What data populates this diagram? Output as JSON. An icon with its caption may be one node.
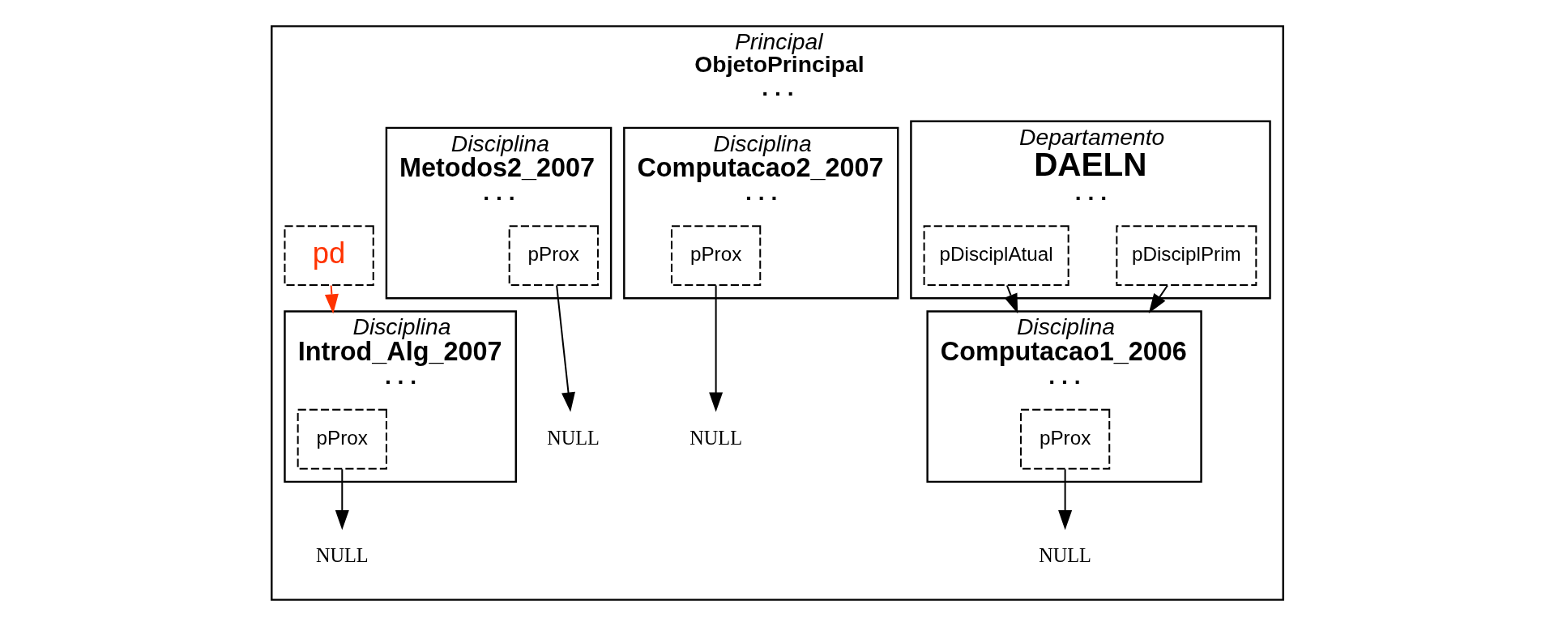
{
  "diagram": {
    "nodes": [
      {
        "text": [
          "Principal",
          "ObjetoPrincipal",
          ". . ."
        ]
      },
      {
        "text": [
          "Departamento",
          "DAELN",
          ". . ."
        ],
        "in": 0
      },
      {
        "text": [
          "pDisciplPrim"
        ],
        "in": 1
      },
      {
        "text": [
          "pDisciplAtual"
        ],
        "in": 1
      },
      {
        "text": [
          "pd"
        ],
        "in": 0
      },
      {
        "text": [
          "Disciplina",
          "Computacao1_2006",
          ". . ."
        ],
        "in": 0
      },
      {
        "text": [
          "pProx"
        ],
        "in": 5
      },
      {
        "text": [
          "Disciplina",
          "Introd_Alg_2007",
          ". . ."
        ],
        "in": 0
      },
      {
        "text": [
          "pProx"
        ],
        "in": 7
      },
      {
        "text": [
          "Disciplina",
          "Computacao2_2007",
          ". . ."
        ],
        "in": 0
      },
      {
        "text": [
          "pProx"
        ],
        "in": 9
      },
      {
        "text": [
          "Disciplina",
          "Metodos2_2007",
          ". . ."
        ],
        "in": 0
      },
      {
        "text": [
          "pProx"
        ],
        "in": 11
      },
      {
        "text": [
          "NULL"
        ],
        "in": 0
      },
      {
        "text": [
          "NULL"
        ],
        "in": 0
      },
      {
        "text": [
          "NULL"
        ],
        "in": 0
      },
      {
        "text": [
          "NULL"
        ],
        "in": 0
      }
    ],
    "edges": [
      {
        "from": 2,
        "to": 5,
        "arrow": "to"
      },
      {
        "from": 3,
        "to": 5,
        "arrow": "to"
      },
      {
        "from": 4,
        "to": 7,
        "arrow": "to",
        "color": "#ff3300"
      },
      {
        "from": 6,
        "to": 13,
        "arrow": "to"
      },
      {
        "from": 8,
        "to": 14,
        "arrow": "to"
      },
      {
        "from": 10,
        "to": 15,
        "arrow": "to"
      },
      {
        "from": 12,
        "to": 16,
        "arrow": "to"
      }
    ]
  }
}
